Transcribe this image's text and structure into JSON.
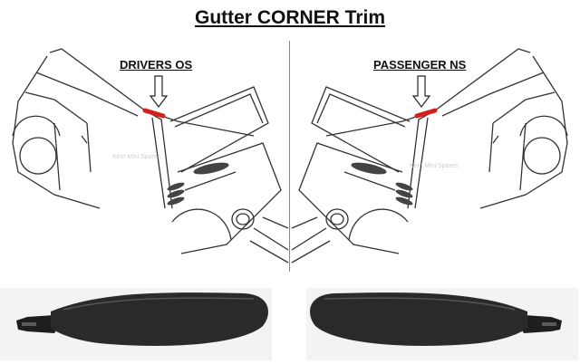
{
  "title": "Gutter CORNER Trim",
  "labels": {
    "drivers": "DRIVERS OS",
    "passenger": "PASSENGER NS"
  },
  "watermark": "Kent Mini Spares",
  "colors": {
    "highlight": "#d4201d",
    "line": "#333333",
    "trim": "#2a2a2a",
    "photo_bg": "#f3f3f3"
  },
  "icons": {
    "pointer": "down-arrow-icon"
  }
}
